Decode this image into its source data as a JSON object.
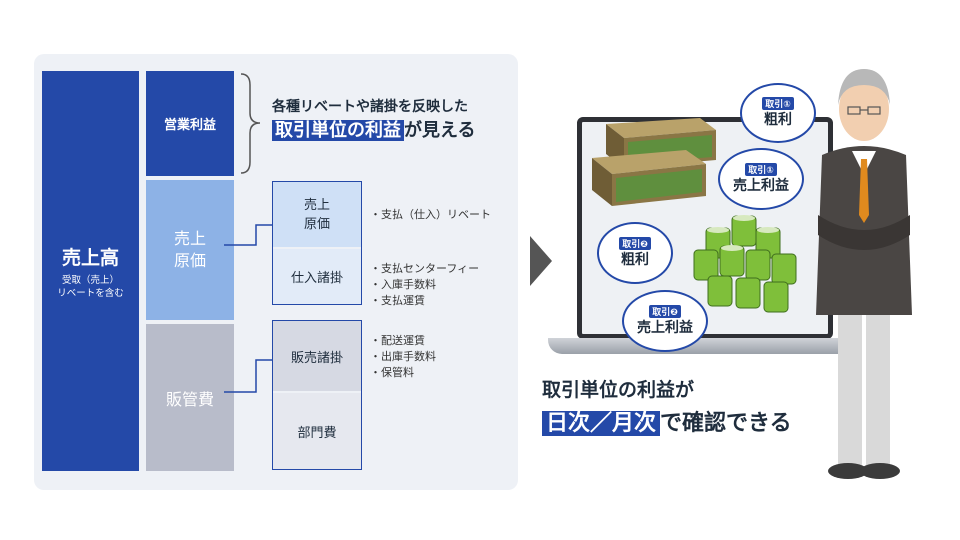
{
  "structure": {
    "sales": {
      "title": "売上高",
      "note_line1": "受取（売上）",
      "note_line2": "リベートを含む"
    },
    "operating_profit": "営業利益",
    "cogs_line1": "売上",
    "cogs_line2": "原価",
    "sga": "販管費"
  },
  "headline": {
    "line1": "各種リベートや諸掛を反映した",
    "line2_highlight": "取引単位の利益",
    "line2_rest": "が見える"
  },
  "breakdown": {
    "cogs_cost_line1": "売上",
    "cogs_cost_line2": "原価",
    "purchase_charges": "仕入諸掛",
    "sales_charges": "販売諸掛",
    "dept_costs": "部門費"
  },
  "notes": {
    "cogs": [
      "・支払（仕入）リベート"
    ],
    "purchase": [
      "・支払センターフィー",
      "・入庫手数料",
      "・支払運賃"
    ],
    "sales": [
      "・配送運賃",
      "・出庫手数料",
      "・保管料"
    ]
  },
  "bubbles": {
    "b1": {
      "tag": "取引①",
      "main": "粗利"
    },
    "b2": {
      "tag": "取引①",
      "main": "売上利益"
    },
    "b3": {
      "tag": "取引❷",
      "main": "粗利"
    },
    "b4": {
      "tag": "取引❷",
      "main": "売上利益"
    }
  },
  "caption": {
    "line1": "取引単位の利益が",
    "line2_highlight": "日次／月次",
    "line2_rest": "で確認できる"
  },
  "colors": {
    "primary": "#2449a8",
    "cogs": "#8db2e6",
    "sga": "#b8bcca",
    "box_green": "#5f8f3e",
    "can_green": "#7fbf3a"
  },
  "icons": [
    "cardboard-boxes-icon",
    "green-cans-icon",
    "laptop-icon",
    "businessman-icon",
    "right-arrow-icon"
  ]
}
